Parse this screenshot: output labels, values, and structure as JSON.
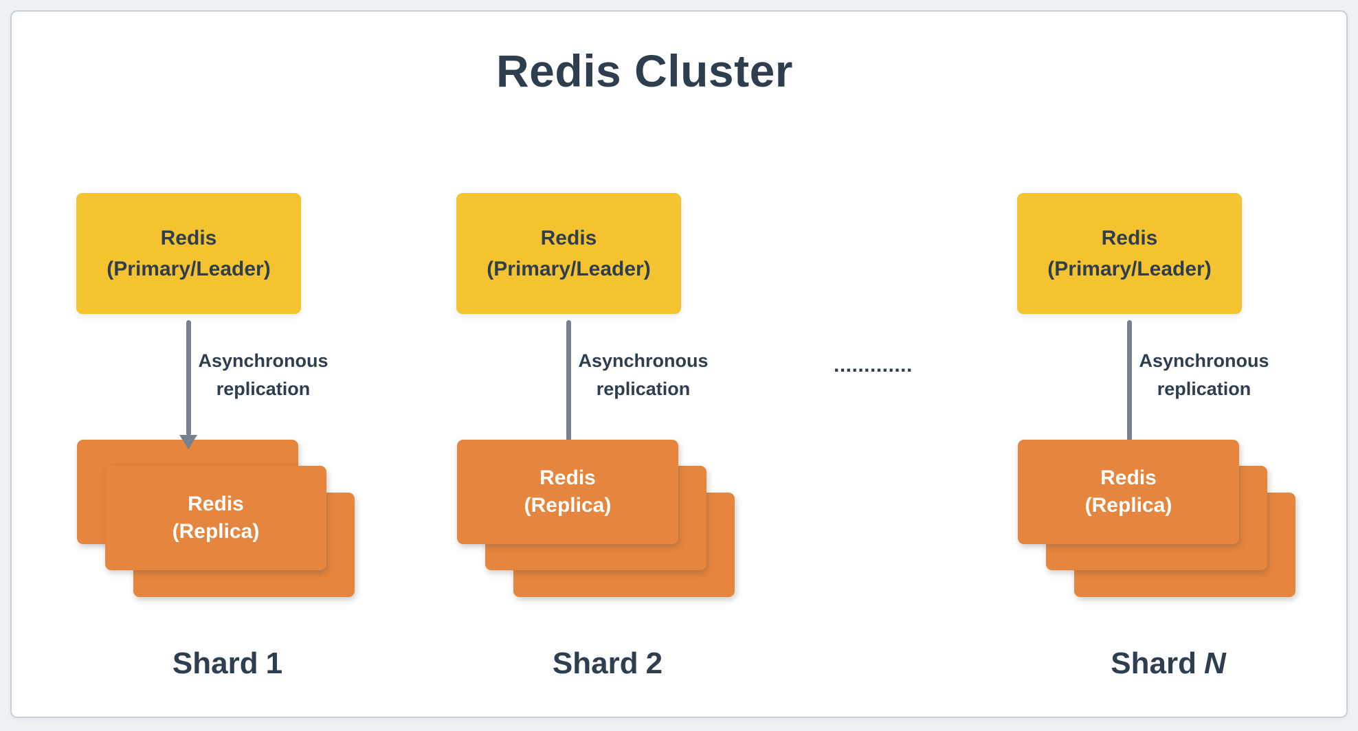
{
  "title": "Redis Cluster",
  "separator_dots": ".............",
  "colors": {
    "background": "#EDF1F4",
    "panel": "#FFFFFF",
    "panel_border": "#C6D0D9",
    "primary_node": "#F5C32F",
    "replica_node": "#E6853E",
    "text_dark": "#2F3E4E",
    "arrow_gray": "#76828F"
  },
  "shards": [
    {
      "label_prefix": "Shard",
      "label_suffix": "1",
      "primary": {
        "line1": "Redis",
        "line2": "(Primary/Leader)"
      },
      "replication": {
        "line1": "Asynchronous",
        "line2": "replication"
      },
      "replica": {
        "line1": "Redis",
        "line2": "(Replica)"
      },
      "replica_count": 3,
      "has_arrowhead": true
    },
    {
      "label_prefix": "Shard",
      "label_suffix": "2",
      "primary": {
        "line1": "Redis",
        "line2": "(Primary/Leader)"
      },
      "replication": {
        "line1": "Asynchronous",
        "line2": "replication"
      },
      "replica": {
        "line1": "Redis",
        "line2": "(Replica)"
      },
      "replica_count": 3,
      "has_arrowhead": false
    },
    {
      "label_prefix": "Shard",
      "label_suffix": "N",
      "primary": {
        "line1": "Redis",
        "line2": "(Primary/Leader)"
      },
      "replication": {
        "line1": "Asynchronous",
        "line2": "replication"
      },
      "replica": {
        "line1": "Redis",
        "line2": "(Replica)"
      },
      "replica_count": 3,
      "has_arrowhead": false
    }
  ]
}
